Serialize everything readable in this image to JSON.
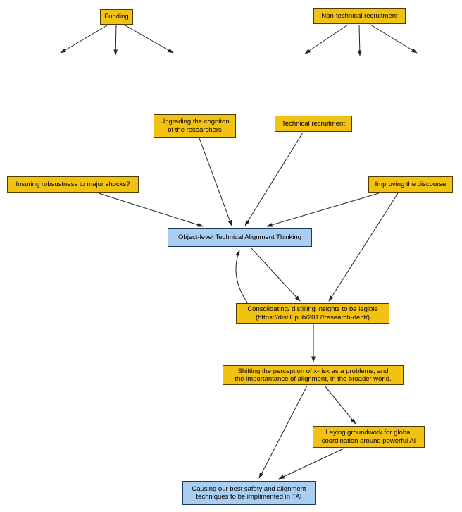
{
  "title": "Alignment research influence diagram",
  "colors": {
    "gold_fill": "#F2C212",
    "gold_border": "#4d3e00",
    "blue_fill": "#A9CEF1",
    "blue_border": "#1e3d5c",
    "edge": "#222222",
    "background": "#ffffff",
    "text": "#000000"
  },
  "nodes": {
    "funding": {
      "label": "Funding",
      "color": "gold"
    },
    "non_technical_recruitment": {
      "label": "Non-technical recruitment",
      "color": "gold"
    },
    "upgrading_cognition": {
      "lines": [
        "Upgrading the cogniton",
        "of the researchers"
      ],
      "color": "gold"
    },
    "technical_recruitment": {
      "label": "Technical recruitment",
      "color": "gold"
    },
    "insuring_robustness": {
      "label": "Insuring robsustness to major shocks?",
      "color": "gold"
    },
    "improving_discourse": {
      "label": "Improving the discourse",
      "color": "gold"
    },
    "object_level": {
      "label": "Object-level Technical Alignment Thinking",
      "color": "blue"
    },
    "consolidating": {
      "lines": [
        "Consolidating/ distilling insights to be legible",
        "(https://distill.pub/2017/research-debt/)"
      ],
      "color": "gold"
    },
    "shifting_perception": {
      "lines": [
        "Shifting the perception of x-risk as a problems, and",
        "the importantance of alignment, in the broader world."
      ],
      "color": "gold"
    },
    "laying_groundwork": {
      "lines": [
        "Laying groundwork for global",
        "coordination around powerful AI"
      ],
      "color": "gold"
    },
    "causing_implementation": {
      "lines": [
        "Causing our best safety and alignment",
        "techniques to be implimented in TAI"
      ],
      "color": "blue"
    }
  },
  "edges": [
    {
      "from": "funding",
      "to": "(unlabeled)"
    },
    {
      "from": "funding",
      "to": "(unlabeled)"
    },
    {
      "from": "funding",
      "to": "(unlabeled)"
    },
    {
      "from": "non_technical_recruitment",
      "to": "(unlabeled)"
    },
    {
      "from": "non_technical_recruitment",
      "to": "(unlabeled)"
    },
    {
      "from": "non_technical_recruitment",
      "to": "(unlabeled)"
    },
    {
      "from": "insuring_robustness",
      "to": "object_level"
    },
    {
      "from": "upgrading_cognition",
      "to": "object_level"
    },
    {
      "from": "technical_recruitment",
      "to": "object_level"
    },
    {
      "from": "improving_discourse",
      "to": "object_level"
    },
    {
      "from": "improving_discourse",
      "to": "consolidating"
    },
    {
      "from": "object_level",
      "to": "consolidating"
    },
    {
      "from": "consolidating",
      "to": "object_level",
      "style": "curved"
    },
    {
      "from": "consolidating",
      "to": "shifting_perception"
    },
    {
      "from": "shifting_perception",
      "to": "laying_groundwork"
    },
    {
      "from": "shifting_perception",
      "to": "causing_implementation"
    },
    {
      "from": "laying_groundwork",
      "to": "causing_implementation"
    }
  ]
}
